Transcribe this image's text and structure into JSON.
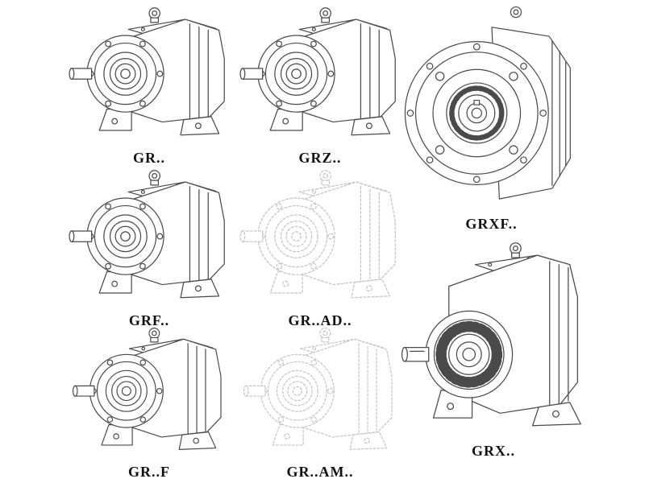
{
  "page": {
    "background": "#ffffff",
    "description": "Catalog sheet of helical gear reducer line drawings"
  },
  "colors": {
    "line": "#4a4a4a",
    "ghost_line": "#c3c3c3",
    "label_text": "#111111",
    "background": "#ffffff"
  },
  "catalog": {
    "items": [
      {
        "id": "gr",
        "label": "GR..",
        "style": "solid",
        "view": "side-foot-mounted"
      },
      {
        "id": "grz",
        "label": "GRZ..",
        "style": "solid",
        "view": "side-foot-mounted"
      },
      {
        "id": "grxf",
        "label": "GRXF..",
        "style": "solid",
        "view": "front-flange-mounted"
      },
      {
        "id": "grf",
        "label": "GRF..",
        "style": "solid",
        "view": "side-flange-face"
      },
      {
        "id": "gr-ad",
        "label": "GR..AD..",
        "style": "ghost-dashed",
        "view": "side-foot-mounted"
      },
      {
        "id": "gr-f",
        "label": "GR..F",
        "style": "solid",
        "view": "side-flange-face"
      },
      {
        "id": "gr-am",
        "label": "GR..AM..",
        "style": "ghost-dashed",
        "view": "side-foot-mounted"
      },
      {
        "id": "grx",
        "label": "GRX..",
        "style": "solid",
        "view": "side-large-foot-mounted"
      }
    ]
  }
}
